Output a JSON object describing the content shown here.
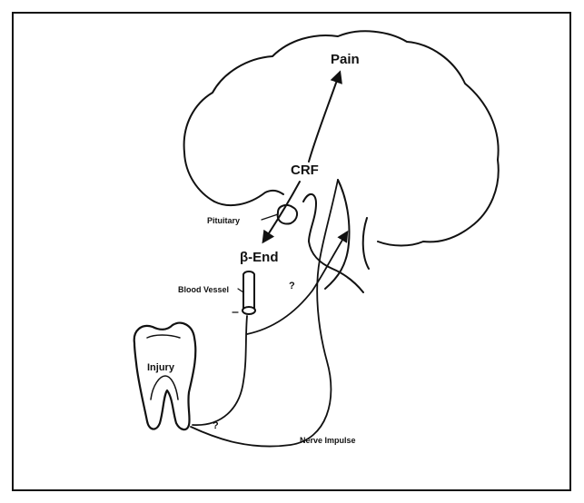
{
  "diagram": {
    "labels": {
      "pain": "Pain",
      "crf": "CRF",
      "pituitary": "Pituitary",
      "beta_end": "β-End",
      "blood_vessel": "Blood Vessel",
      "injury": "Injury",
      "nerve_impulse": "Nerve Impulse",
      "question_upper": "?",
      "question_lower": "?"
    },
    "colors": {
      "ink": "#111111",
      "background": "#ffffff"
    }
  }
}
